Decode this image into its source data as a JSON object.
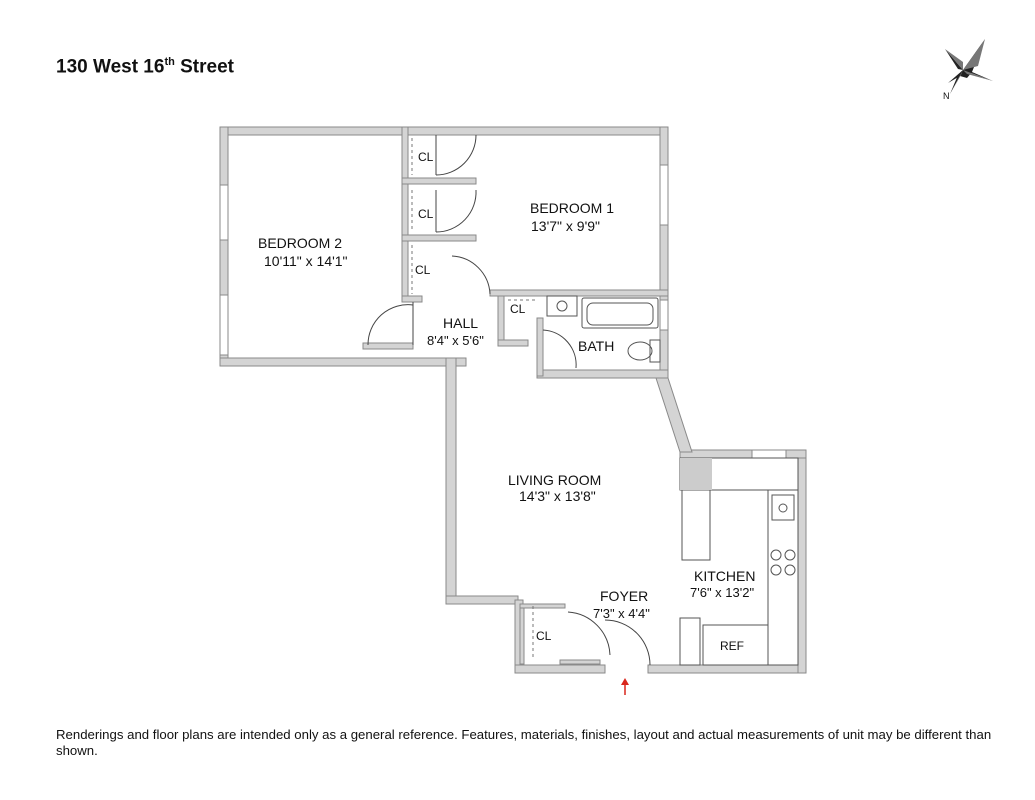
{
  "header": {
    "title_prefix": "130 West 16",
    "title_sup": "th",
    "title_suffix": " Street"
  },
  "compass": {
    "label": "N",
    "icon": "compass-rose-icon"
  },
  "rooms": {
    "bedroom1": {
      "name": "BEDROOM 1",
      "dims": "13'7\" x 9'9\""
    },
    "bedroom2": {
      "name": "BEDROOM 2",
      "dims": "10'11\" x 14'1\""
    },
    "hall": {
      "name": "HALL",
      "dims": "8'4\" x 5'6\""
    },
    "bath": {
      "name": "BATH"
    },
    "living": {
      "name": "LIVING ROOM",
      "dims": "14'3\" x 13'8\""
    },
    "kitchen": {
      "name": "KITCHEN",
      "dims": "7'6\" x 13'2\""
    },
    "foyer": {
      "name": "FOYER",
      "dims": "7'3\" x 4'4\""
    }
  },
  "closets": {
    "label": "CL"
  },
  "appliances": {
    "ref": "REF"
  },
  "entry": {
    "icon": "entry-arrow-icon",
    "color": "#d9261c"
  },
  "colors": {
    "wall": "#d4d4d4",
    "wall_outline": "#8a8a8a"
  },
  "footer": {
    "disclaimer": "Renderings and floor plans are intended only as a general reference. Features, materials, finishes, layout and actual measurements of unit may be different than shown."
  }
}
